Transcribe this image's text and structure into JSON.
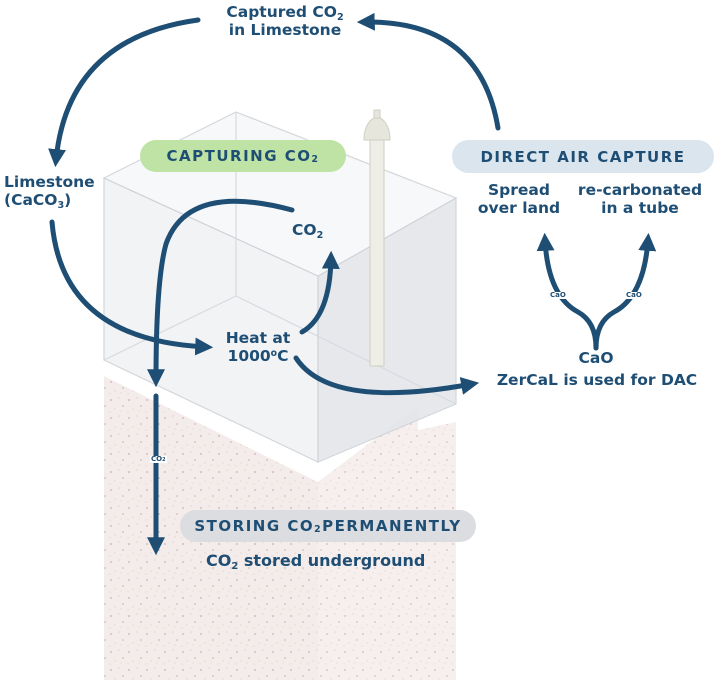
{
  "labels": {
    "captured": {
      "line1_pre": "Captured CO",
      "line1_sub": "2",
      "line2": "in Limestone"
    },
    "limestone": {
      "line1": "Limestone",
      "line2_pre": "(CaCO",
      "line2_sub": "3",
      "line2_post": ")"
    },
    "capturing_pill": {
      "pre": "CAPTURING CO",
      "sub": "2"
    },
    "co2_kiln": {
      "pre": "CO",
      "sub": "2"
    },
    "heat": {
      "line1": "Heat at",
      "line2_pre": "1000",
      "line2_sup": "o",
      "line2_post": "C"
    },
    "dac_pill": "DIRECT AIR CAPTURE",
    "spread": {
      "line1": "Spread",
      "line2": "over land"
    },
    "recarb": {
      "line1": "re-carbonated",
      "line2": "in a tube"
    },
    "cao_small_left": "CaO",
    "cao_small_right": "CaO",
    "cao": "CaO",
    "zercal": "ZerCaL is used for DAC",
    "co2_tiny": {
      "pre": "CO",
      "sub": "2"
    },
    "storing_pill": {
      "pre": "STORING CO",
      "sub": "2",
      "post": " PERMANENTLY"
    },
    "stored": {
      "pre": "CO",
      "sub": "2",
      "post": " stored underground"
    }
  },
  "colors": {
    "arrow": "#1f4e74",
    "capturing_pill": "#bfe3a4",
    "dac_pill": "#dbe5ee",
    "storing_pill": "#dcdde0",
    "soil": "#f3ebe7"
  }
}
